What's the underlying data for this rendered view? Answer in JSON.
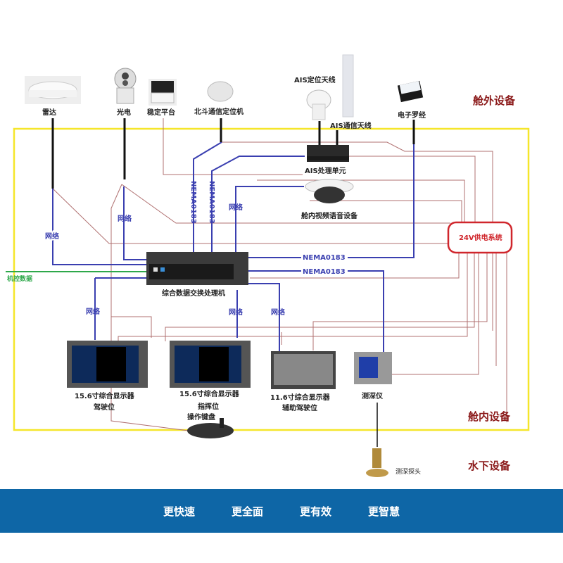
{
  "zones": {
    "outside": "舱外设备",
    "inside": "舱内设备",
    "underwater": "水下设备"
  },
  "devices": {
    "radar": "雷达",
    "electro_optical": "光电",
    "stabilized_platform": "稳定平台",
    "beidou": "北斗通信定位机",
    "ais_positioning_antenna": "AIS定位天线",
    "ais_comm_antenna": "AIS通信天线",
    "electronic_compass": "电子罗经",
    "ais_processing_unit": "AIS处理单元",
    "cabin_av_device": "舱内视频语音设备",
    "data_switch": "综合数据交换处理机",
    "power_system": "24V供电系统",
    "display_1_title": "15.6寸综合显示器",
    "display_1_sub": "驾驶位",
    "display_2_title": "15.6寸综合显示器",
    "display_2_sub": "指挥位",
    "keyboard": "操作键盘",
    "display_3_title": "11.6寸综合显示器",
    "display_3_sub": "辅助驾驶位",
    "depth_sounder": "测深仪",
    "depth_probe": "测深探头"
  },
  "links": {
    "network": "网络",
    "nmea": "NEMA0183",
    "engine_data": "机控数据"
  },
  "colors": {
    "zone_border": "#f5e62a",
    "network_line": "#3a3fb0",
    "power_line": "#b07070",
    "device_line": "#111111",
    "engine_line": "#2ea84a",
    "power_box": "#d0262c",
    "footer_bg": "#0e66a6"
  },
  "footer": {
    "slogans": [
      "更快速",
      "更全面",
      "更有效",
      "更智慧"
    ]
  }
}
